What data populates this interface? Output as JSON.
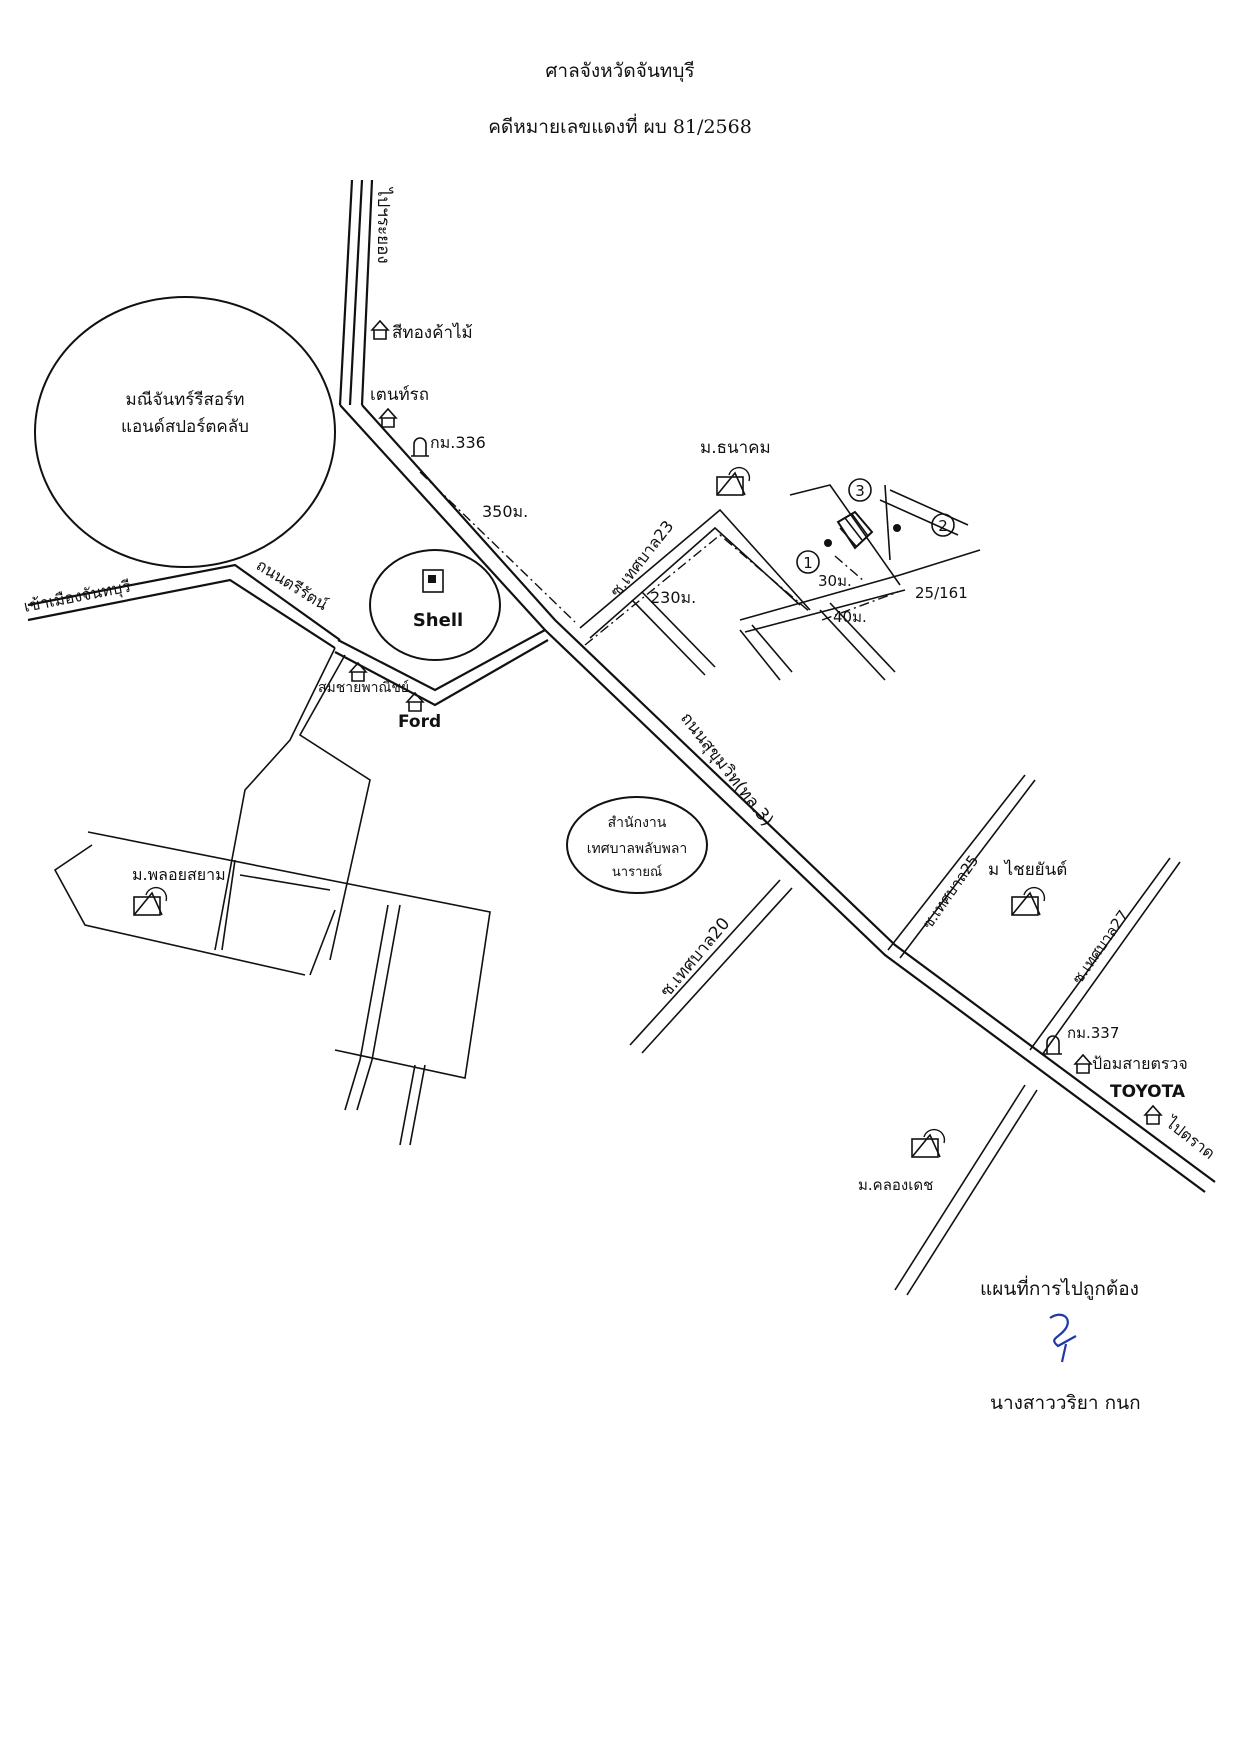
{
  "header": {
    "court": "ศาลจังหวัดจันทบุรี",
    "case_no": "คดีหมายเลขแดงที่ ผบ 81/2568"
  },
  "map": {
    "to_rayong": "ไปฯระยอง",
    "si_thong": "สีทองค้าไม้",
    "tent_rot": "เตนท์รถ",
    "km336": "กม.336",
    "resort_1": "มณีจันทร์รีสอร์ท",
    "resort_2": "แอนด์สปอร์ตคลับ",
    "dist_350": "350ม.",
    "to_city": "เข้าเมืองจันทบุรี",
    "road_tridrat": "ถนนตรีรัตน์",
    "shell": "Shell",
    "showroom": "สมชายพาณิชย์",
    "ford": "Ford",
    "tanakom": "ม.ธนาคม",
    "soi23": "ซ.เทศบาล23",
    "dist_230": "230ม.",
    "dist_30": "30ม.",
    "dist_40": "40ม.",
    "house_no": "25/161",
    "marker_1": "1",
    "marker_2": "2",
    "marker_3": "3",
    "sukhumvit": "ถนนสุขุมวิท(ทล.3)",
    "office_1": "สำนักงาน",
    "office_2": "เทศบาลพลับพลา",
    "office_3": "นารายณ์",
    "ploysiam": "ม.พลอยสยาม",
    "soi25": "ซ.เทศบาล25",
    "chaiyan": "ม ไชยยันต์",
    "soi27": "ซ.เทศบาล27",
    "soi20": "ซ.เทศบาล20",
    "km337": "กม.337",
    "checkpoint": "ป้อมสายตรวจ",
    "toyota": "TOYOTA",
    "to_trat": "ไปตราด",
    "khlongdet": "ม.คลองเดช"
  },
  "footer": {
    "certify": "แผนที่การไปถูกต้อง",
    "name": "นางสาววริยา  กนก"
  }
}
